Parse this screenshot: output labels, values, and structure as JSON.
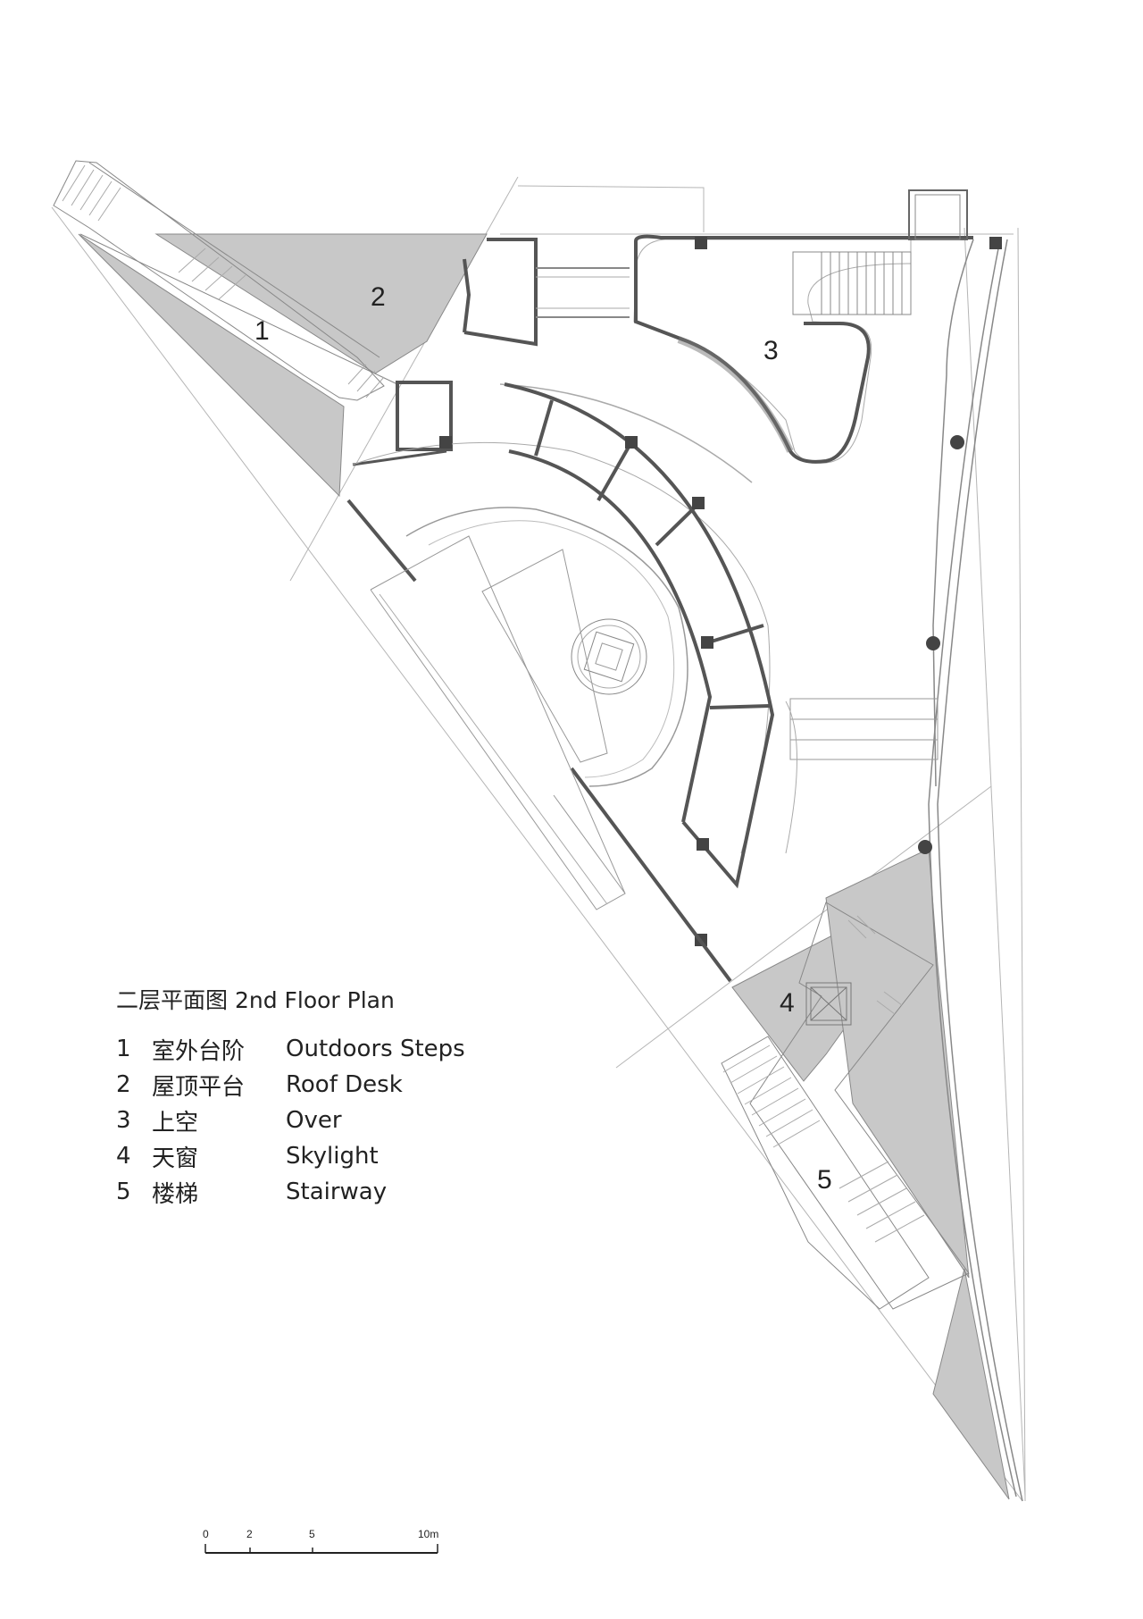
{
  "title": "二层平面图 2nd  Floor Plan",
  "plan_labels": [
    "1",
    "2",
    "3",
    "4",
    "5"
  ],
  "legend": [
    {
      "num": "1",
      "zh": "室外台阶",
      "en": "Outdoors Steps"
    },
    {
      "num": "2",
      "zh": "屋顶平台",
      "en": "Roof Desk"
    },
    {
      "num": "3",
      "zh": "上空",
      "en": "Over"
    },
    {
      "num": "4",
      "zh": "天窗",
      "en": "Skylight"
    },
    {
      "num": "5",
      "zh": "楼梯",
      "en": "Stairway"
    }
  ],
  "scale": {
    "ticks": [
      "0",
      "2",
      "5",
      "10m"
    ]
  },
  "colors": {
    "fill_gray": "#c8c8c8",
    "wall": "#555555",
    "line": "#9a9a9a",
    "dark": "#444444"
  }
}
